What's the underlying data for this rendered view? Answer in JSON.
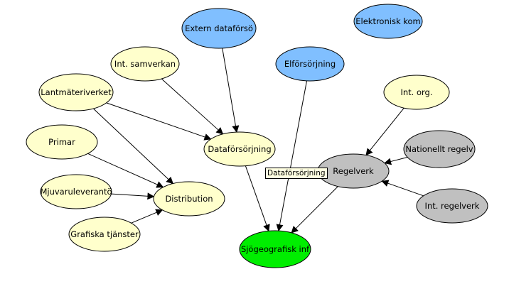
{
  "colors": {
    "yellow": "#ffffcc",
    "blue": "#80bfff",
    "gray": "#c0c0c0",
    "green": "#00ee00",
    "edge": "#000000"
  },
  "nodes": [
    {
      "id": "extern",
      "label": "Extern dataförsö",
      "color": "blue"
    },
    {
      "id": "elektronisk",
      "label": "Elektronisk kom",
      "color": "blue"
    },
    {
      "id": "intsam",
      "label": "Int. samverkan",
      "color": "yellow"
    },
    {
      "id": "elf",
      "label": "Elförsörjning",
      "color": "blue"
    },
    {
      "id": "lant",
      "label": "Lantmäteriverket",
      "color": "yellow"
    },
    {
      "id": "intorg",
      "label": "Int. org.",
      "color": "yellow"
    },
    {
      "id": "primar",
      "label": "Primar",
      "color": "yellow"
    },
    {
      "id": "dataf",
      "label": "Dataförsörjning",
      "color": "yellow"
    },
    {
      "id": "natreg",
      "label": "Nationellt regelv",
      "color": "gray"
    },
    {
      "id": "regel",
      "label": "Regelverk",
      "color": "gray"
    },
    {
      "id": "mjuk",
      "label": "Mjuvaruleverantö",
      "color": "yellow"
    },
    {
      "id": "distr",
      "label": "Distribution",
      "color": "yellow"
    },
    {
      "id": "intreg",
      "label": "Int. regelverk",
      "color": "gray"
    },
    {
      "id": "graf",
      "label": "Grafiska tjänster",
      "color": "yellow"
    },
    {
      "id": "sjo",
      "label": "Sjögeografisk inf",
      "color": "green"
    }
  ],
  "edges": [
    {
      "from": "extern",
      "to": "dataf"
    },
    {
      "from": "intsam",
      "to": "dataf"
    },
    {
      "from": "lant",
      "to": "dataf"
    },
    {
      "from": "lant",
      "to": "distr"
    },
    {
      "from": "primar",
      "to": "distr"
    },
    {
      "from": "mjuk",
      "to": "distr"
    },
    {
      "from": "graf",
      "to": "distr"
    },
    {
      "from": "dataf",
      "to": "sjo"
    },
    {
      "from": "elf",
      "to": "sjo"
    },
    {
      "from": "regel",
      "to": "sjo"
    },
    {
      "from": "intorg",
      "to": "regel"
    },
    {
      "from": "natreg",
      "to": "regel"
    },
    {
      "from": "intreg",
      "to": "regel"
    }
  ],
  "tooltip": "Dataförsörjning"
}
